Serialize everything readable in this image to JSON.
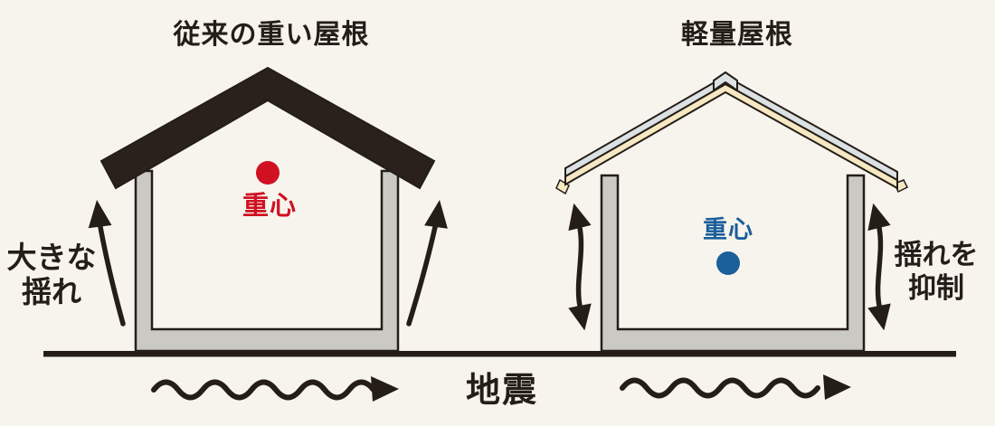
{
  "colors": {
    "background": "#f7f4ee",
    "ink": "#241d18",
    "heavy_roof": "#2a211c",
    "light_roof_top": "#dce1e3",
    "light_roof_under": "#f6e8c2",
    "wall_gray": "#cac9c4",
    "red": "#d01122",
    "blue": "#1b5f9b"
  },
  "left_house": {
    "title": "従来の重い屋根",
    "center_of_gravity_label": "重心",
    "side_label_line1": "大きな",
    "side_label_line2": "揺れ"
  },
  "right_house": {
    "title": "軽量屋根",
    "center_of_gravity_label": "重心",
    "side_label_line1": "揺れを",
    "side_label_line2": "抑制"
  },
  "ground": {
    "label": "地震"
  }
}
